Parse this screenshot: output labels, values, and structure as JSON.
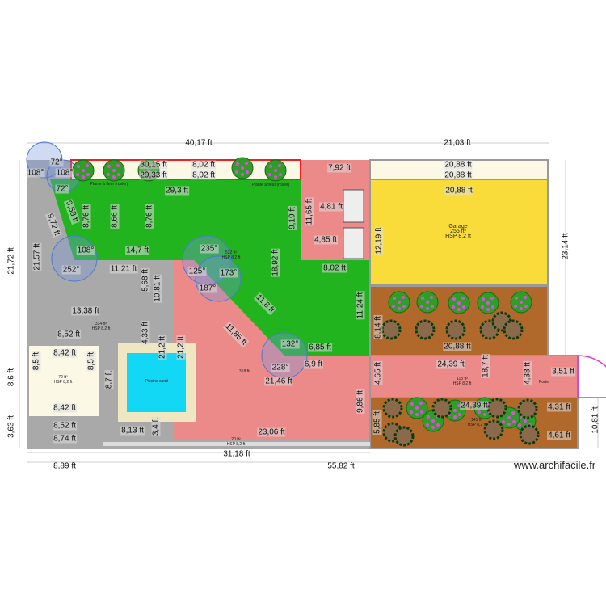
{
  "labels": [
    "40,17 ft",
    "21,03 ft",
    "108°",
    "72°",
    "108°",
    "30,15 ft",
    "8,02 ft",
    "29,33 ft",
    "8,02 ft",
    "7,92 ft",
    "20,88 ft",
    "20,88 ft",
    "72°",
    "29,3 ft",
    "20,88 ft",
    "9,72 ft",
    "9,58 ft",
    "8,76 ft",
    "8,66 ft",
    "8,76 ft",
    "9,19 ft",
    "11,65 ft",
    "4,81 ft",
    "4,85 ft",
    "12,19 ft",
    "21,57 ft",
    "108°",
    "14,7 ft",
    "235°",
    "18,92 ft",
    "252°",
    "11,21 ft",
    "125°",
    "173°",
    "8,02 ft",
    "187°",
    "5,68 ft",
    "10,81 ft",
    "13,38 ft",
    "11,8 ft",
    "11,85 ft",
    "11,24 ft",
    "8,14 ft",
    "8,52 ft",
    "4,33 ft",
    "21,2 ft",
    "21,2 ft",
    "132°",
    "6,85 ft",
    "20,88 ft",
    "8,42 ft",
    "6,9 ft",
    "228°",
    "21,46 ft",
    "24,39 ft",
    "18,7 ft",
    "3,51 ft",
    "4,65 ft",
    "4,38 ft",
    "8,5 ft",
    "8,5 ft",
    "8,7 ft",
    "9,86 ft",
    "8,42 ft",
    "24,39 ft",
    "4,31 ft",
    "5,85 ft",
    "4,61 ft",
    "8,52 ft",
    "8,74 ft",
    "8,13 ft",
    "3,4 ft",
    "23,06 ft",
    "31,18 ft",
    "8,89 ft",
    "55,82 ft",
    "21,72 ft",
    "8,6 ft",
    "3,63 ft",
    "23,14 ft",
    "10,81 ft"
  ],
  "rooms": {
    "garage": {
      "name": "Garage",
      "area": "255 ft²",
      "hsp": "HSP 8,2 ft"
    },
    "lawn": {
      "area": "522 ft²",
      "hsp": "HSP 8,2 ft"
    },
    "gray_yard": {
      "area": "334 ft²",
      "hsp": "HSP 8,2 ft"
    },
    "shed": {
      "area": "72 ft²",
      "hsp": "HSP 8,2 ft"
    },
    "pool": {
      "name": "Piscine carré"
    },
    "terrace": {
      "area": "318 ft²"
    },
    "side_path": {
      "area": "113 ft²",
      "hsp": "HSP 8,2 ft"
    },
    "lower_garden": {
      "area": "145 ft²",
      "hsp": "HSP 8,2 ft"
    },
    "bottom_strip": {
      "area": "20 ft²",
      "hsp": "HSP 8,2 ft"
    }
  },
  "plant_label": "Plante à fleur (rosier)",
  "door_label": "Porte",
  "watermark": "www.archifacile.fr",
  "colors": {
    "lawn": "#22b41f",
    "terrace": "#ec8a8a",
    "gravel": "#a9a9a9",
    "garage": "#f9dc3a",
    "soil": "#b0692a",
    "cream": "#fbf8e6",
    "pool": "#12d7f5",
    "pool_edge": "#efe6c2",
    "door": "#d63ad6"
  }
}
